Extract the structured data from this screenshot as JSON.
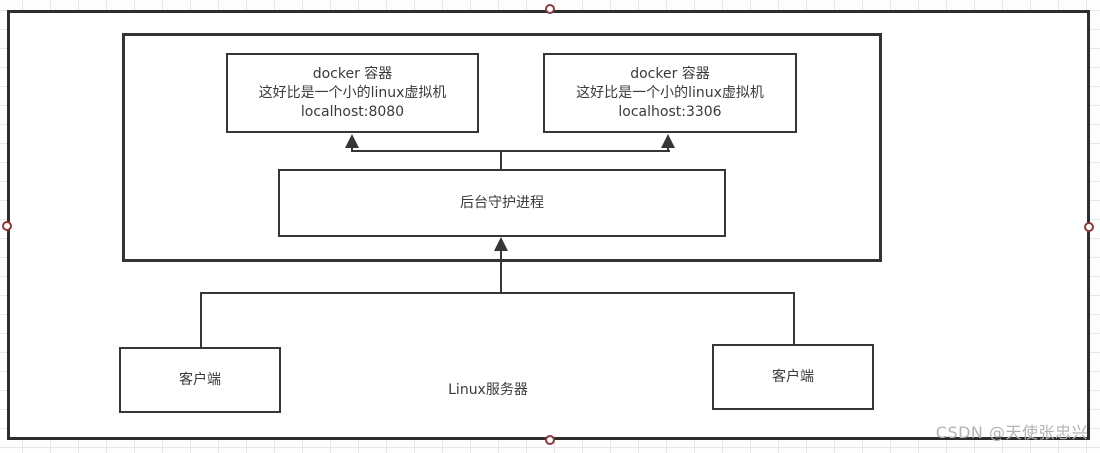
{
  "diagram": {
    "docker_left": {
      "line1": "docker 容器",
      "line2": "这好比是一个小的linux虚拟机",
      "line3": "localhost:8080"
    },
    "docker_right": {
      "line1": "docker 容器",
      "line2": "这好比是一个小的linux虚拟机",
      "line3": "localhost:3306"
    },
    "daemon": {
      "label": "后台守护进程"
    },
    "client_left": {
      "label": "客户端"
    },
    "client_right": {
      "label": "客户端"
    },
    "server": {
      "label": "Linux服务器"
    }
  },
  "watermark": {
    "text": "CSDN @天使张忠兴"
  },
  "colors": {
    "diagram_line": "#363636",
    "text": "#3a3a3a",
    "watermark": "#b3b3b3",
    "grid_line": "#e7e7e7",
    "selection_handle_ring": "#8a3a3a"
  }
}
